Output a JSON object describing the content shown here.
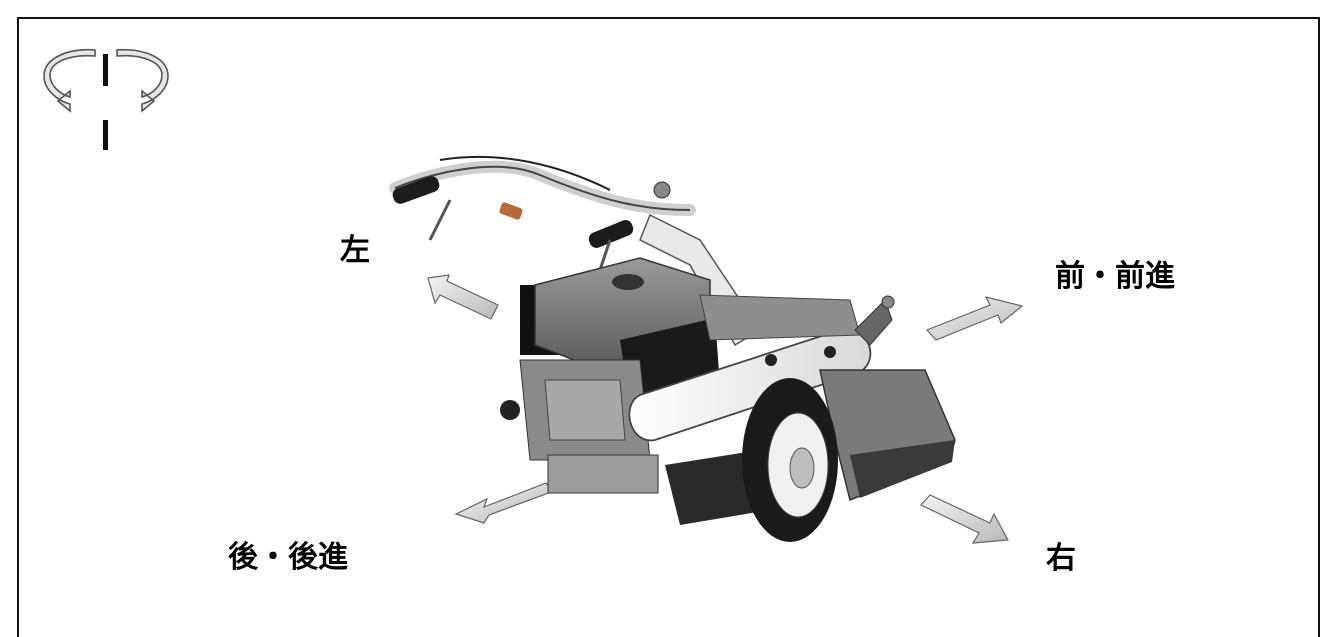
{
  "labels": {
    "left": "左",
    "front": "前・前進",
    "back": "後・後進",
    "right": "右"
  },
  "icons": {
    "rotation": "rotation-symmetry-icon",
    "arrows": "direction-arrow-icon",
    "machine": "walk-behind-tiller-image"
  }
}
